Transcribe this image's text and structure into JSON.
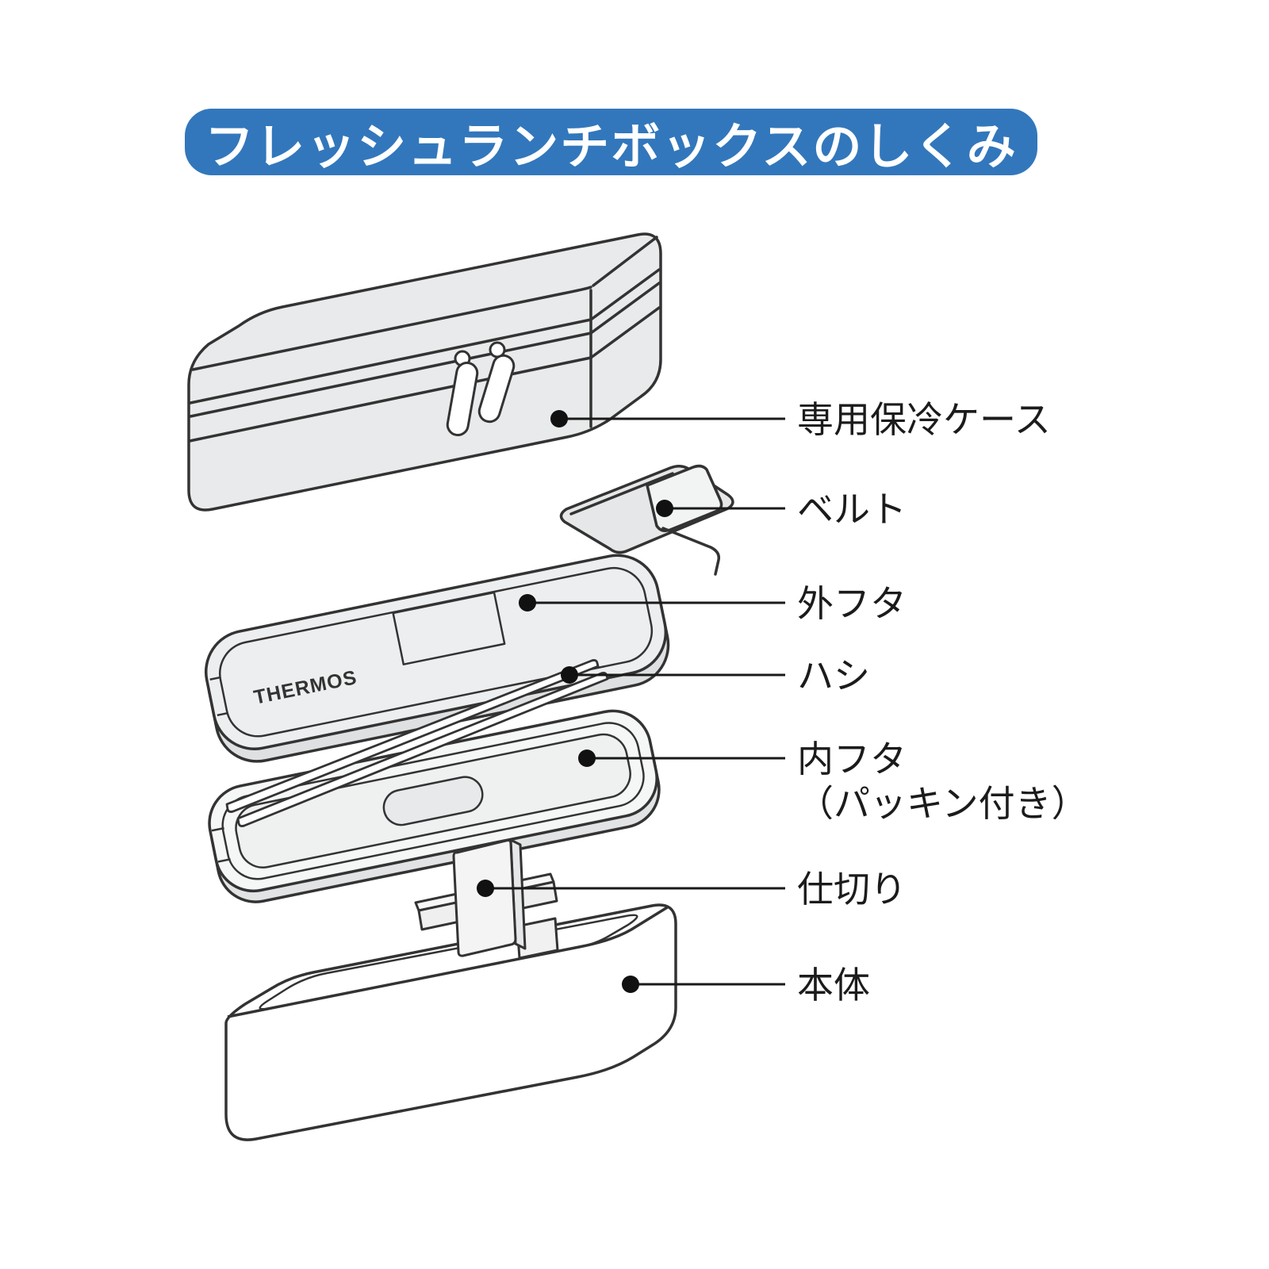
{
  "banner": {
    "title": "フレッシュランチボックスのしくみ",
    "background_color": "#3277BC",
    "text_color": "#ffffff"
  },
  "illustration": {
    "logo_text": "THERMOS",
    "line_color": "#333333",
    "fill_light_gray": "#E9EAEB"
  },
  "labels": [
    {
      "id": "cooler-case",
      "text": "専用保冷ケース"
    },
    {
      "id": "belt",
      "text": "ベルト"
    },
    {
      "id": "outer-lid",
      "text": "外フタ"
    },
    {
      "id": "chopsticks",
      "text": "ハシ"
    },
    {
      "id": "inner-lid",
      "text": "内フタ",
      "text2": "（パッキン付き）"
    },
    {
      "id": "divider",
      "text": "仕切り"
    },
    {
      "id": "main-body",
      "text": "本体"
    }
  ]
}
